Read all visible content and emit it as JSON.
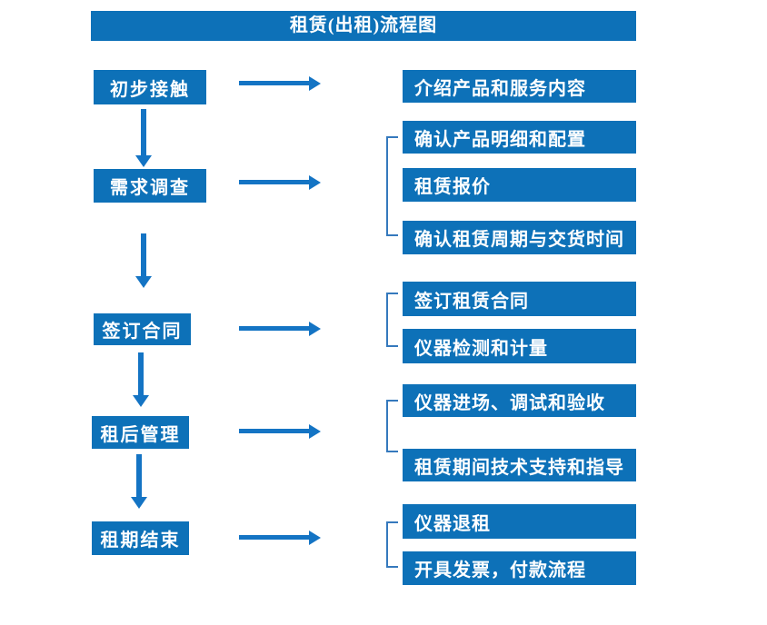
{
  "title": "租赁(出租)流程图",
  "colors": {
    "box_blue": "#0d71b8",
    "arrow_blue": "#1474c4",
    "bracket_blue": "#3579bd",
    "text_white": "#ffffff",
    "background": "#ffffff"
  },
  "steps": [
    {
      "label": "初步接触",
      "details": [
        "介绍产品和服务内容"
      ]
    },
    {
      "label": "需求调查",
      "details": [
        "确认产品明细和配置",
        "租赁报价",
        "确认租赁周期与交货时间"
      ]
    },
    {
      "label": "签订合同",
      "details": [
        "签订租赁合同",
        "仪器检测和计量"
      ]
    },
    {
      "label": "租后管理",
      "details": [
        "仪器进场、调试和验收",
        "租赁期间技术支持和指导"
      ]
    },
    {
      "label": "租期结束",
      "details": [
        "仪器退租",
        "开具发票，付款流程"
      ]
    }
  ]
}
